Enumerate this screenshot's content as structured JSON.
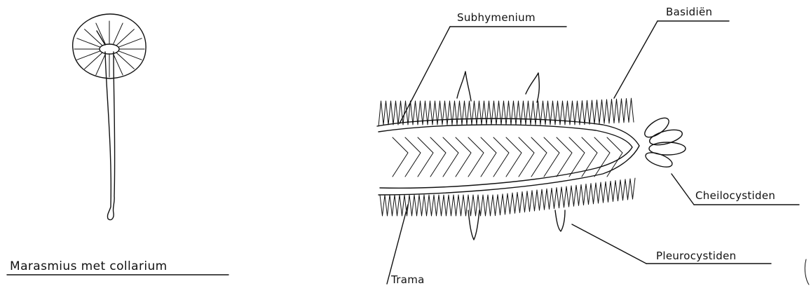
{
  "caption": "Marasmius met collarium",
  "labels": {
    "subhymenium": "Subhymenium",
    "basidien": "Basidiën",
    "cheilocystiden": "Cheilocystiden",
    "pleurocystiden": "Pleurocystiden",
    "trama": "Trama"
  }
}
